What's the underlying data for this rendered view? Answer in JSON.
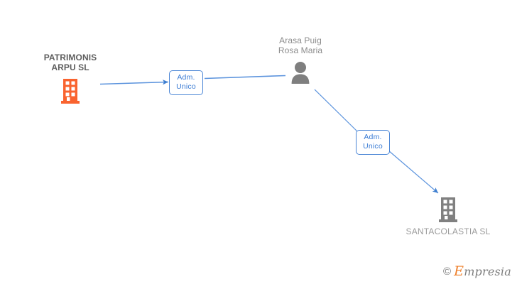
{
  "diagram": {
    "type": "corporate-relationship-graph",
    "background_color": "#ffffff",
    "nodes": [
      {
        "id": "patrimonis",
        "kind": "company",
        "label": "PATRIMONIS\nARPU SL",
        "label_position": "above",
        "icon": "building-icon",
        "icon_color": "#f9632f",
        "text_color": "#5e5e5e",
        "highlighted": true
      },
      {
        "id": "person",
        "kind": "person",
        "label": "Arasa Puig\nRosa Maria",
        "label_position": "above",
        "icon": "person-icon",
        "icon_color": "#7f7f7f",
        "text_color": "#8c8c8c",
        "highlighted": false
      },
      {
        "id": "santacolastia",
        "kind": "company",
        "label": "SANTACOLASTIA SL",
        "label_position": "below",
        "icon": "building-icon",
        "icon_color": "#808080",
        "text_color": "#9b9b9b",
        "highlighted": false
      }
    ],
    "edges": [
      {
        "id": "edge-1",
        "from": "person",
        "to": "patrimonis",
        "role_line1": "Adm.",
        "role_line2": "Unico",
        "color": "#3f7fd0",
        "arrow": "to"
      },
      {
        "id": "edge-2",
        "from": "person",
        "to": "santacolastia",
        "role_line1": "Adm.",
        "role_line2": "Unico",
        "color": "#3f7fd0",
        "arrow": "to"
      }
    ]
  },
  "watermark": {
    "copyright": "©",
    "brand_initial": "E",
    "brand_rest": "mpresia",
    "accent_color": "#ef7f2a"
  }
}
